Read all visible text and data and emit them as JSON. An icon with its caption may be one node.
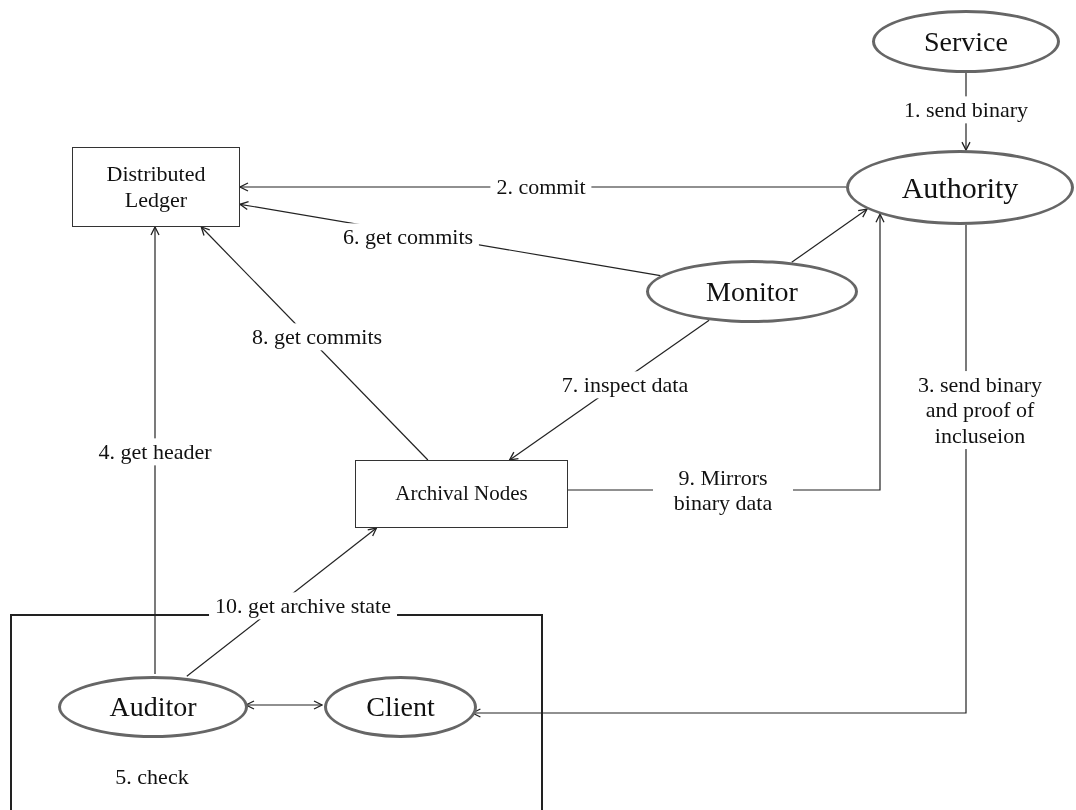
{
  "diagram": {
    "nodes": [
      {
        "text": [
          "Service"
        ]
      },
      {
        "text": [
          "Distributed Ledger"
        ]
      },
      {
        "text": [
          "Authority"
        ]
      },
      {
        "text": [
          "Monitor"
        ]
      },
      {
        "text": [
          "Archival Nodes"
        ]
      },
      {
        "text": [
          "5. check"
        ]
      },
      {
        "text": [
          "Auditor"
        ],
        "in": 5
      },
      {
        "text": [
          "Client"
        ],
        "in": 5
      }
    ],
    "edges": [
      {
        "from": 0,
        "to": 2,
        "arrow": "to",
        "label": "1. send binary"
      },
      {
        "from": 2,
        "to": 1,
        "arrow": "to",
        "label": "2. commit"
      },
      {
        "from": 2,
        "to": 7,
        "arrow": "to",
        "label": "3. send binary and proof of incluseion"
      },
      {
        "from": 6,
        "to": 1,
        "arrow": "to",
        "label": "4. get header"
      },
      {
        "from": 6,
        "to": 7,
        "arrow": "both"
      },
      {
        "from": 3,
        "to": 1,
        "arrow": "to",
        "label": "6. get commits"
      },
      {
        "from": 3,
        "to": 2,
        "arrow": "to"
      },
      {
        "from": 3,
        "to": 4,
        "arrow": "to",
        "label": "7. inspect data"
      },
      {
        "from": 4,
        "to": 1,
        "arrow": "to",
        "label": "8. get commits"
      },
      {
        "from": 4,
        "to": 2,
        "arrow": "to",
        "label": "9. Mirrors binary data"
      },
      {
        "from": 6,
        "to": 4,
        "arrow": "to",
        "label": "10. get archive state"
      }
    ]
  }
}
